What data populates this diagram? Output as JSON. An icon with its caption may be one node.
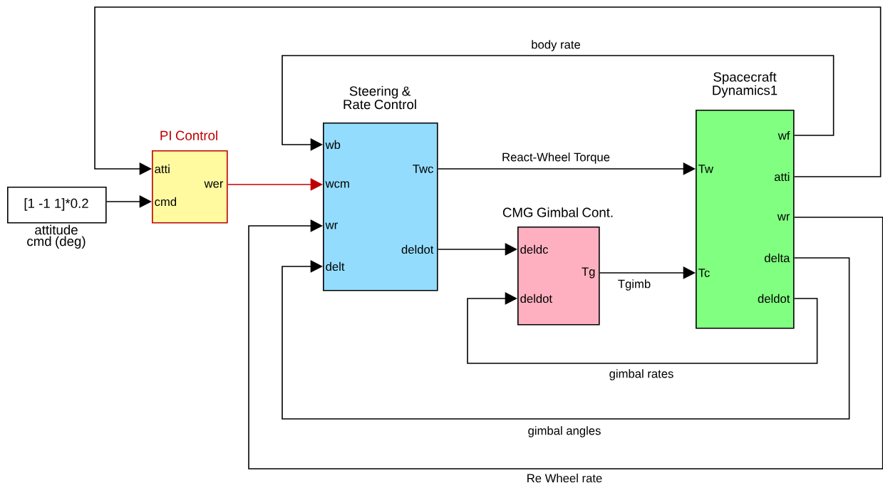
{
  "diagram": {
    "nodes": [
      {
        "text": [
          "[1 -1 1]*0.2"
        ],
        "beside": [
          "attitude cmd (deg)"
        ]
      },
      {
        "text": [
          "PI Control",
          "atti",
          "cmd",
          "wer"
        ]
      },
      {
        "text": [
          "Steering & Rate Control",
          "wb",
          "wcm",
          "wr",
          "delt",
          "Twc",
          "deldot"
        ]
      },
      {
        "text": [
          "CMG Gimbal Cont.",
          "deldc",
          "deldot",
          "Tg"
        ]
      },
      {
        "text": [
          "Spacecraft Dynamics1",
          "Tw",
          "Tc",
          "wf",
          "atti",
          "wr",
          "delta",
          "deldot"
        ]
      }
    ],
    "edges": [
      {
        "from": 0,
        "to": 1,
        "arrow": "to"
      },
      {
        "from": 1,
        "to": 2,
        "arrow": "to",
        "color": "#c00000"
      },
      {
        "from": 2,
        "to": 4,
        "arrow": "to",
        "label": "React-Wheel Torque"
      },
      {
        "from": 2,
        "to": 3,
        "arrow": "to"
      },
      {
        "from": 3,
        "to": 4,
        "arrow": "to",
        "label": "Tgimb"
      },
      {
        "from": 4,
        "to": 2,
        "arrow": "to",
        "label": "body  rate"
      },
      {
        "from": 4,
        "to": 1,
        "arrow": "to"
      },
      {
        "from": 4,
        "to": 2,
        "arrow": "to",
        "label": "Re Wheel rate"
      },
      {
        "from": 4,
        "to": 2,
        "arrow": "to",
        "label": "gimbal angles"
      },
      {
        "from": 4,
        "to": 3,
        "arrow": "to",
        "label": "gimbal rates"
      }
    ]
  }
}
